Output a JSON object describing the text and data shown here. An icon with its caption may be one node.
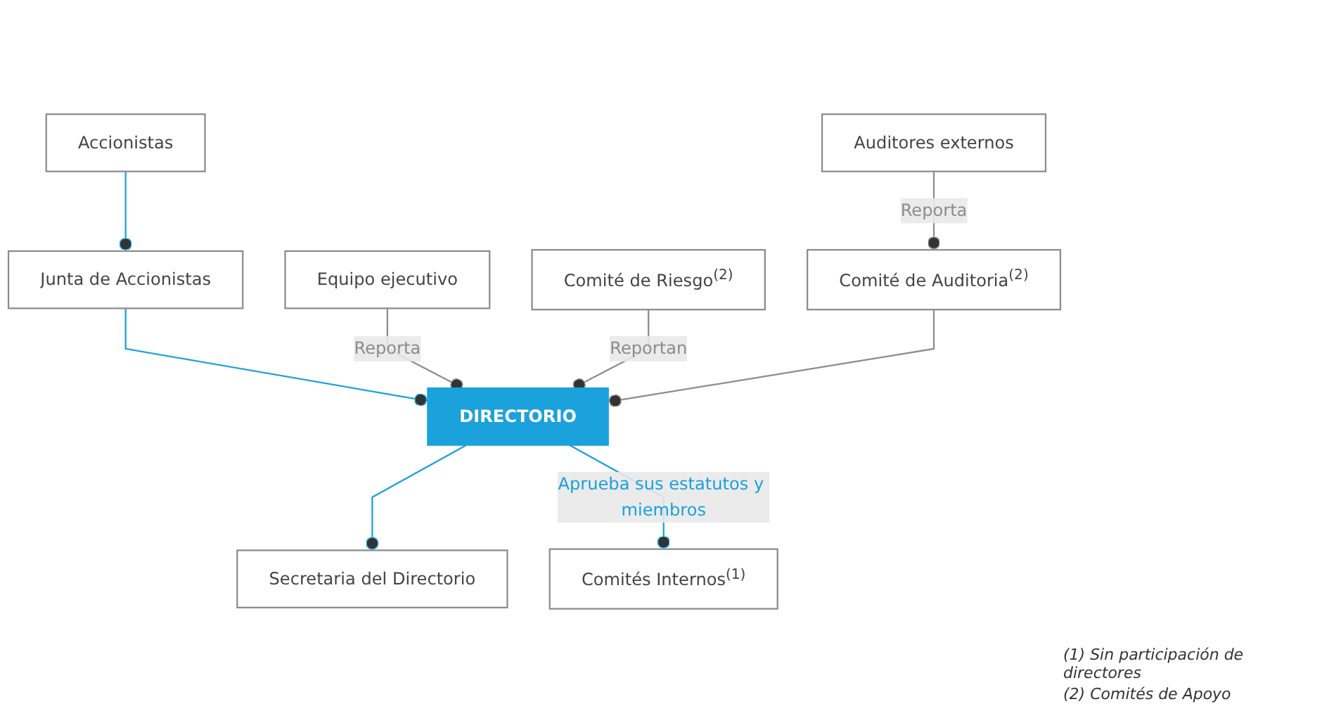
{
  "diagram": {
    "nodes": [
      {
        "text": [
          "Accionistas"
        ]
      },
      {
        "text": [
          "Junta de Accionistas"
        ]
      },
      {
        "text": [
          "Auditores externos"
        ]
      },
      {
        "text": [
          "Secretaria del Directorio"
        ]
      },
      {
        "text": [
          "DIRECTORIO"
        ]
      },
      {
        "text": [
          "Comité de Riesgo$^{(2)}$"
        ]
      },
      {
        "text": [
          "Comité de Auditoria$^{(2)}$"
        ]
      },
      {
        "text": [
          "Comités Internos$^{(1)}$"
        ]
      },
      {
        "text": [
          "Equipo ejecutivo"
        ]
      }
    ],
    "edges": [
      {
        "from": 0,
        "to": 1,
        "arrow": "other",
        "color": "#1ba1dc"
      },
      {
        "from": 1,
        "to": 4,
        "arrow": "other",
        "color": "#1ba1dc"
      },
      {
        "from": 4,
        "to": 3,
        "arrow": "other",
        "color": "#1ba1dc"
      },
      {
        "from": 4,
        "to": 7,
        "arrow": "other",
        "label": "Aprueba sus estatutos y miembros",
        "color": "#1ba1dc"
      },
      {
        "from": 8,
        "to": 4,
        "arrow": "other",
        "label": "Reporta",
        "color": "#8c8c8c"
      },
      {
        "from": 5,
        "to": 4,
        "arrow": "other",
        "label": "Reportan",
        "color": "#8c8c8c"
      },
      {
        "from": 6,
        "to": 4,
        "arrow": "other",
        "color": "#8c8c8c"
      },
      {
        "from": 2,
        "to": 6,
        "arrow": "other",
        "label": "Reporta",
        "color": "#8c8c8c"
      }
    ],
    "labels": [
      "(1) Sin participación de directores",
      "(2) Comités de Apoyo"
    ]
  }
}
